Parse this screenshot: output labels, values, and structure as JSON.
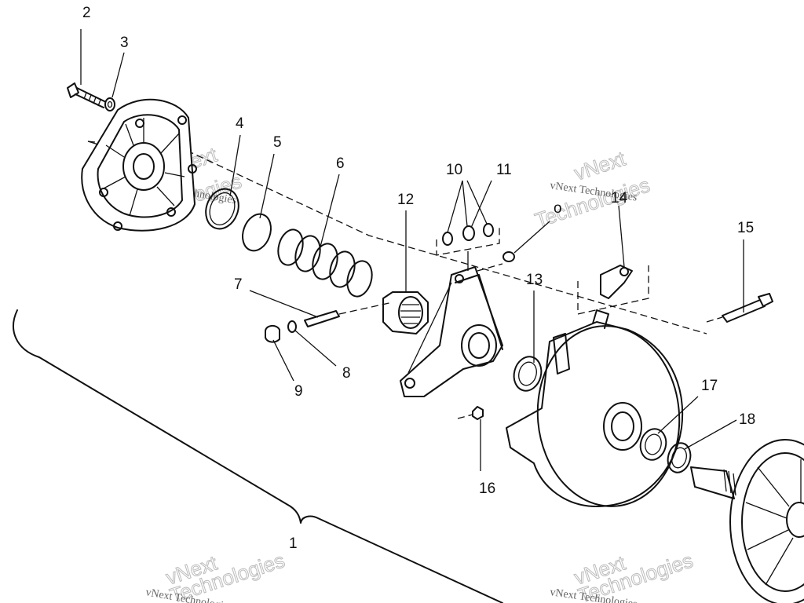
{
  "callouts": [
    {
      "id": "2",
      "label": "2"
    },
    {
      "id": "3",
      "label": "3"
    },
    {
      "id": "4",
      "label": "4"
    },
    {
      "id": "5",
      "label": "5"
    },
    {
      "id": "6",
      "label": "6"
    },
    {
      "id": "7",
      "label": "7"
    },
    {
      "id": "8",
      "label": "8"
    },
    {
      "id": "9",
      "label": "9"
    },
    {
      "id": "10",
      "label": "10"
    },
    {
      "id": "11",
      "label": "11"
    },
    {
      "id": "12",
      "label": "12"
    },
    {
      "id": "13",
      "label": "13"
    },
    {
      "id": "14",
      "label": "14"
    },
    {
      "id": "15",
      "label": "15"
    },
    {
      "id": "16",
      "label": "16"
    },
    {
      "id": "17",
      "label": "17"
    },
    {
      "id": "18",
      "label": "18"
    },
    {
      "id": "1",
      "label": "1"
    }
  ],
  "watermark": {
    "small_text": "vNext Technologies",
    "big_top": "vNext",
    "big_bottom": "Technologies"
  },
  "stray_mark": "o"
}
